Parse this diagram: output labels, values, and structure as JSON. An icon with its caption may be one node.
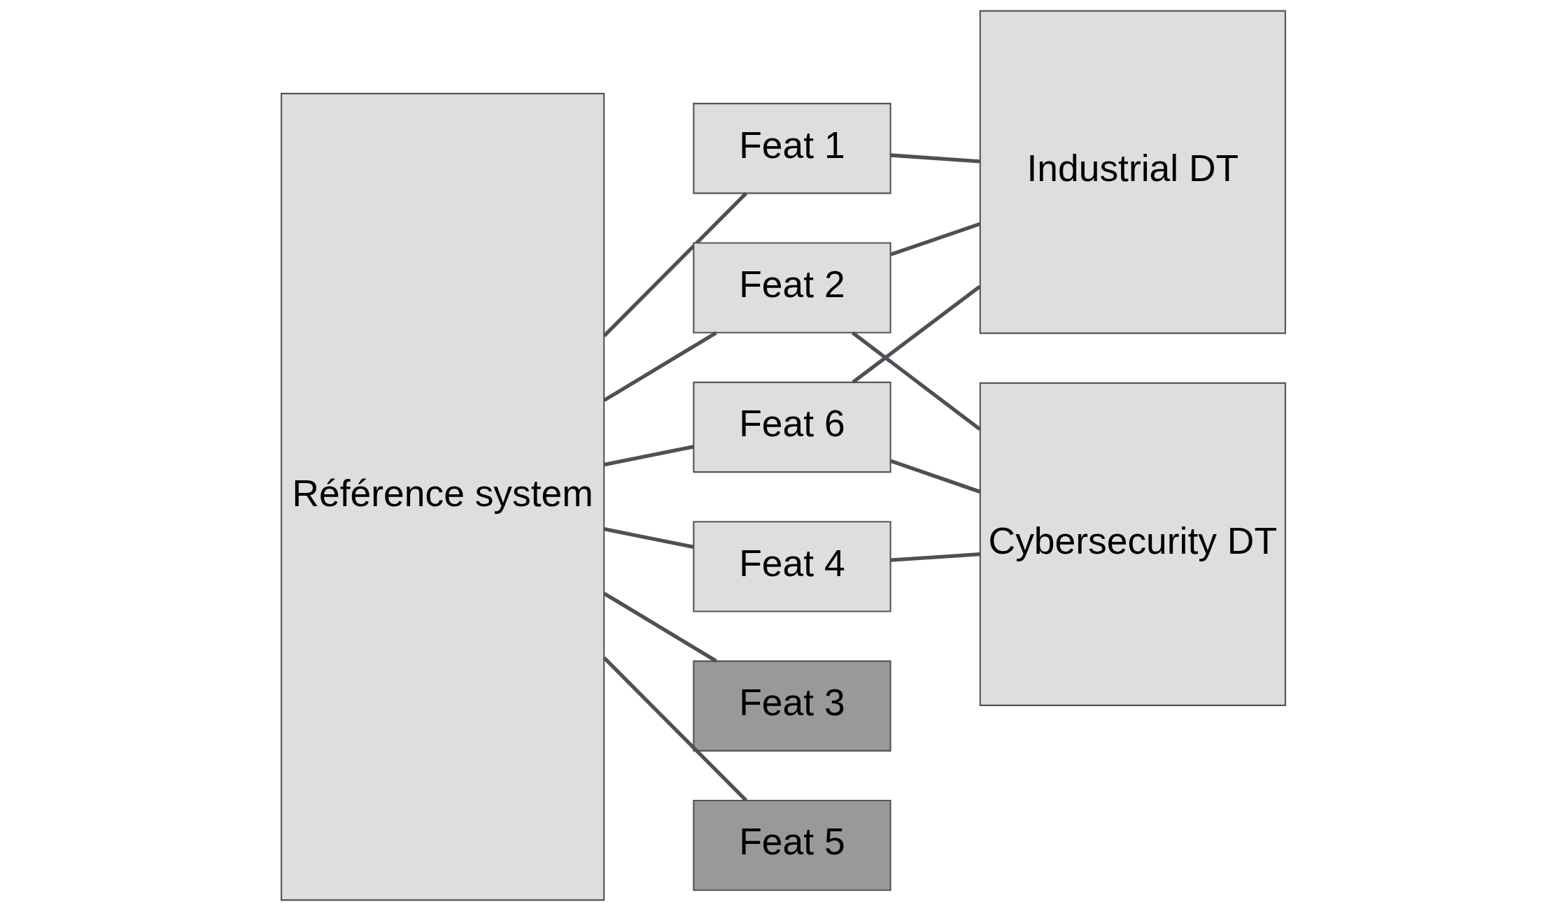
{
  "diagram": {
    "nodes": [
      {
        "text": [
          "Référence system"
        ]
      },
      {
        "text": [
          "Feat 1"
        ]
      },
      {
        "text": [
          "Feat 2"
        ]
      },
      {
        "text": [
          "Feat 3"
        ]
      },
      {
        "text": [
          "Feat 4"
        ]
      },
      {
        "text": [
          "Feat 5"
        ]
      },
      {
        "text": [
          "Feat 6"
        ]
      },
      {
        "text": [
          "Industrial DT"
        ]
      },
      {
        "text": [
          "Cybersecurity DT"
        ]
      }
    ],
    "edges": [
      {
        "from": 0,
        "to": 1,
        "arrow": "none"
      },
      {
        "from": 0,
        "to": 2,
        "arrow": "none"
      },
      {
        "from": 0,
        "to": 3,
        "arrow": "none"
      },
      {
        "from": 0,
        "to": 4,
        "arrow": "none"
      },
      {
        "from": 0,
        "to": 5,
        "arrow": "none"
      },
      {
        "from": 0,
        "to": 6,
        "arrow": "none"
      },
      {
        "from": 1,
        "to": 7,
        "arrow": "none"
      },
      {
        "from": 2,
        "to": 7,
        "arrow": "none"
      },
      {
        "from": 2,
        "to": 8,
        "arrow": "none"
      },
      {
        "from": 4,
        "to": 8,
        "arrow": "none"
      },
      {
        "from": 6,
        "to": 7,
        "arrow": "none"
      },
      {
        "from": 6,
        "to": 8,
        "arrow": "none"
      }
    ]
  }
}
